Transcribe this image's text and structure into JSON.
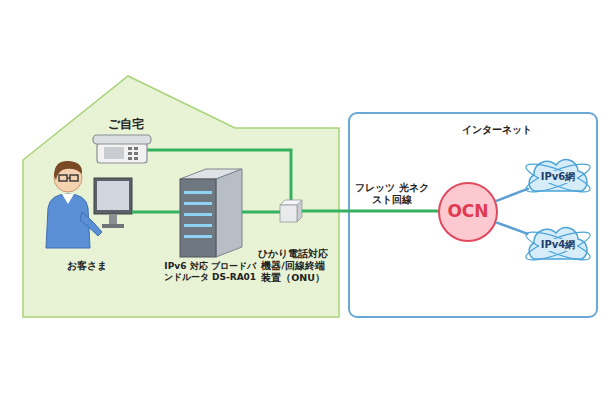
{
  "diagram": {
    "nodes": [
      {
        "text": [
          "ご自宅"
        ]
      },
      {
        "text": [
          "お客さま"
        ],
        "in": 0
      },
      {
        "text": [
          "IPv6 対応 ブロードバンドルータ DS-RA01"
        ],
        "in": 0
      },
      {
        "text": [
          "ひかり電話対応 機器/回線終端 装置（ONU）"
        ],
        "in": 0
      },
      {
        "text": [
          "インターネット"
        ]
      },
      {
        "text": [
          "OCN"
        ],
        "in": 4
      },
      {
        "text": [
          "IPv6網"
        ],
        "in": 4
      },
      {
        "text": [
          "IPv4網"
        ],
        "in": 4
      }
    ],
    "edges": [
      {
        "from": 1,
        "to": 2,
        "arrow": "none"
      },
      {
        "from": 2,
        "to": 3,
        "arrow": "none"
      },
      {
        "from": 3,
        "to": 5,
        "arrow": "none",
        "label": "フレッツ 光ネクスト回線"
      },
      {
        "from": 5,
        "to": 6,
        "arrow": "none"
      },
      {
        "from": 5,
        "to": 7,
        "arrow": "none"
      }
    ]
  }
}
